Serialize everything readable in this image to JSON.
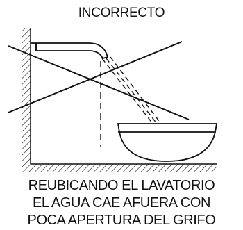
{
  "title": "INCORRECTO",
  "caption": {
    "line1": "REUBICANDO EL LAVATORIO",
    "line2": "EL AGUA CAE AFUERA CON",
    "line3": "POCA APERTURA DEL GRIFO"
  },
  "colors": {
    "ink": "#111111",
    "background": "#ffffff"
  },
  "icons": [
    "faucet",
    "wash-basin",
    "wall-hatching",
    "floor-hatching",
    "cross-mark",
    "water-stream"
  ]
}
